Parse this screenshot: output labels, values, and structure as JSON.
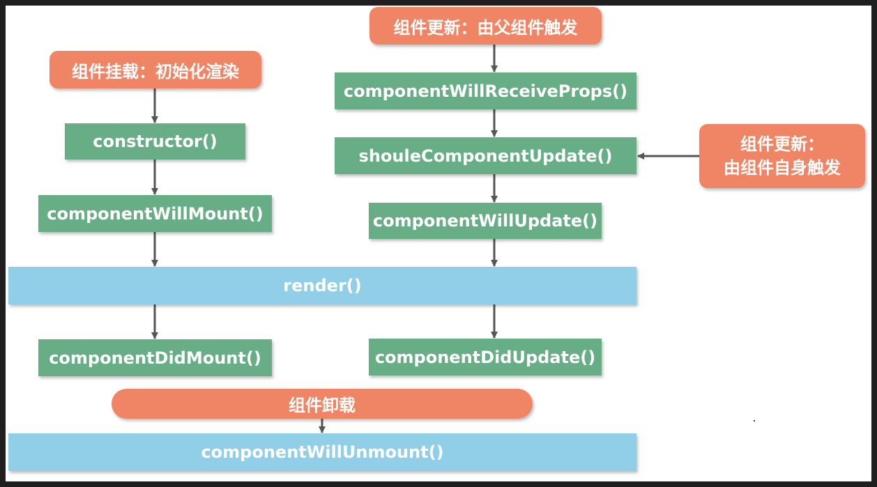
{
  "mount": {
    "header": "组件挂载：初始化渲染",
    "constructor": "constructor()",
    "will_mount": "componentWillMount()",
    "did_mount": "componentDidMount()"
  },
  "update_parent": {
    "header": "组件更新：由父组件触发",
    "will_receive_props": "componentWillReceiveProps()",
    "should_update": "shouleComponentUpdate()",
    "will_update": "componentWillUpdate()",
    "did_update": "componentDidUpdate()"
  },
  "update_self": {
    "line1": "组件更新：",
    "line2": "由组件自身触发"
  },
  "render": "render()",
  "unmount": {
    "header": "组件卸载",
    "will_unmount": "componentWillUnmount()"
  },
  "colors": {
    "method_box": "#67ae86",
    "render_box": "#91cfe8",
    "trigger_box": "#ef8565",
    "arrow": "#555555"
  }
}
